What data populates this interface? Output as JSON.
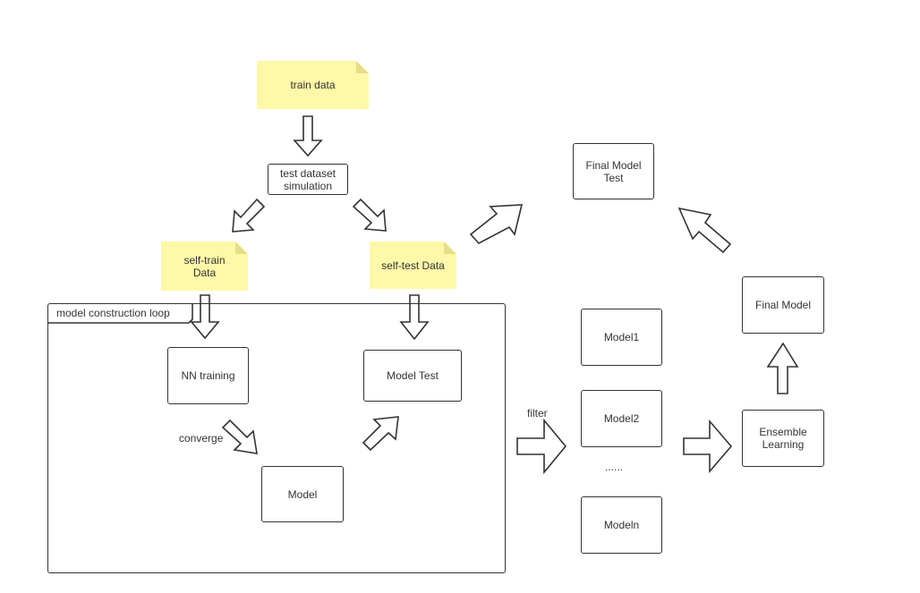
{
  "notes": {
    "train_data": "train data",
    "self_train": "self-train\nData",
    "self_test": "self-test Data"
  },
  "boxes": {
    "test_dataset": "test dataset\nsimulation",
    "nn_training": "NN training",
    "model_test": "Model Test",
    "model": "Model",
    "final_model_test": "Final Model\nTest",
    "final_model": "Final Model",
    "model1": "Model1",
    "model2": "Model2",
    "modeln": "Modeln",
    "ensemble": "Ensemble\nLearning"
  },
  "labels": {
    "loop": "model construction loop",
    "converge": "converge",
    "filter": "filter",
    "ellipsis": "......"
  }
}
